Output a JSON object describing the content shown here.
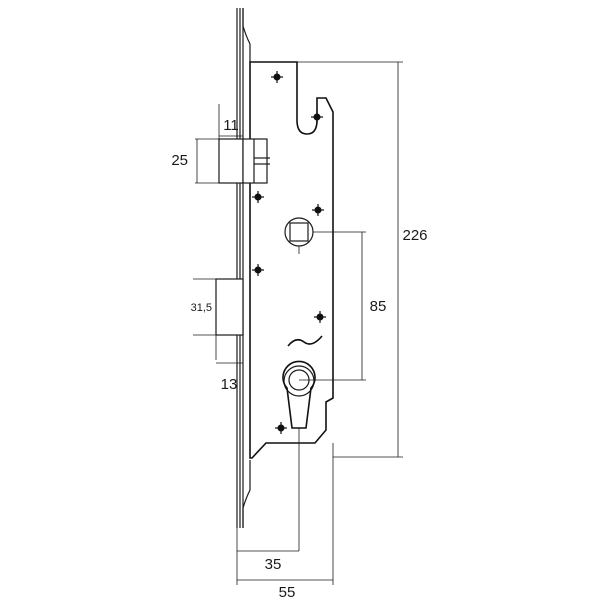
{
  "drawing": {
    "subject": "mortise lock with faceplate",
    "dimensions": {
      "backset_label": "11",
      "latch_height_label": "25",
      "bolt_height_label": "31,5",
      "bolt_offset_label": "13",
      "total_height_label": "226",
      "center_distance_label": "85",
      "cylinder_backset_label": "35",
      "case_depth_label": "55"
    }
  }
}
